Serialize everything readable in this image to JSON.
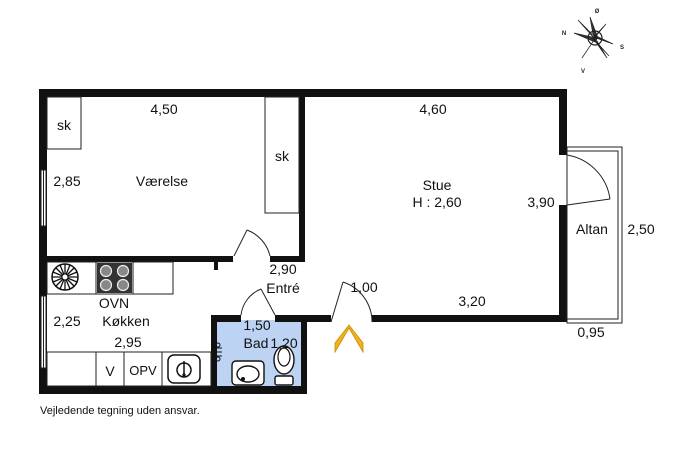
{
  "rooms": {
    "vaerelse": {
      "name": "Værelse",
      "width": "4,50",
      "depth": "2,85"
    },
    "stue": {
      "name": "Stue",
      "height": "H : 2,60",
      "width": "4,60",
      "depth": "3,90",
      "width_lower": "3,20"
    },
    "altan": {
      "name": "Altan",
      "length": "2,50",
      "depth": "0,95"
    },
    "entre": {
      "name": "Entré",
      "length": "2,90",
      "width": "1,00"
    },
    "koekken": {
      "name": "Køkken",
      "depth": "2,25",
      "width": "2,95"
    },
    "bad": {
      "name": "Bad",
      "width": "1,50",
      "depth": "1,20"
    }
  },
  "fixtures": {
    "closet": "sk",
    "oven": "OVN",
    "washer": "V",
    "dishwasher": "OPV"
  },
  "compass": {
    "n": "N",
    "s": "S",
    "e": "Ø",
    "w": "V"
  },
  "disclaimer": "Vejledende tegning uden ansvar.",
  "colors": {
    "bathroom": "#bcd3f4",
    "entrance_arrow": "#f2b21c",
    "walls": "#111111"
  }
}
